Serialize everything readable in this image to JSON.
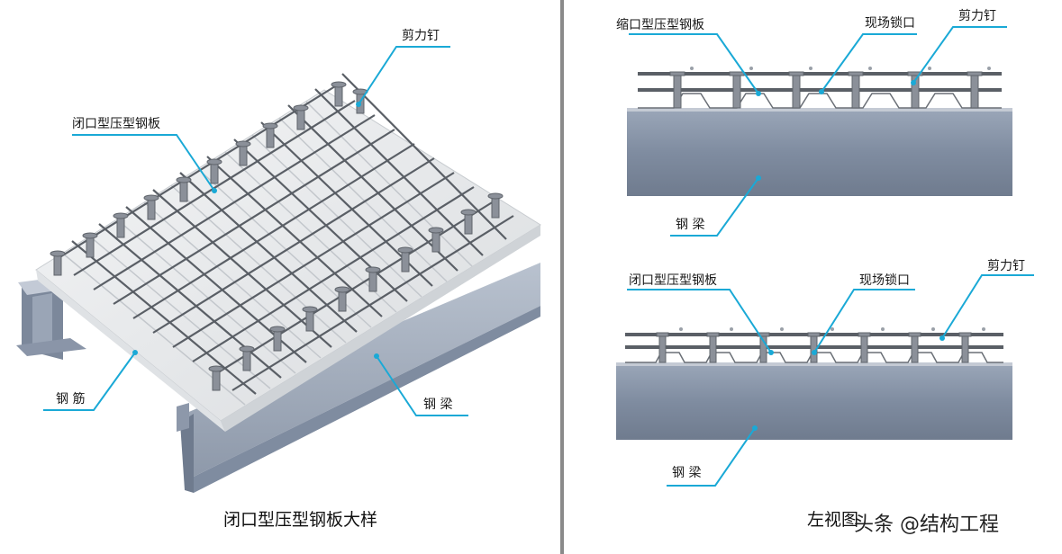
{
  "left": {
    "labels": {
      "shear_stud": "剪力钉",
      "closed_deck": "闭口型压型钢板",
      "rebar": "钢 筋",
      "steel_beam": "钢 梁"
    },
    "caption": "闭口型压型钢板大样"
  },
  "right": {
    "top": {
      "deck_label": "缩口型压型钢板",
      "lock_label": "现场锁口",
      "stud_label": "剪力钉",
      "beam_label": "钢 梁"
    },
    "bottom": {
      "deck_label": "闭口型压型钢板",
      "lock_label": "现场锁口",
      "stud_label": "剪力钉",
      "beam_label": "钢 梁"
    },
    "caption": "左视图"
  },
  "watermark": {
    "text": "头条 @结构工程"
  },
  "colors": {
    "leader": "#1aa9d6",
    "beam_top": "#9aa6b8",
    "beam_mid": "#7f8ca0",
    "deck": "#e8eaec",
    "rebar": "#5a5f66",
    "divider": "#8a8a8a"
  }
}
